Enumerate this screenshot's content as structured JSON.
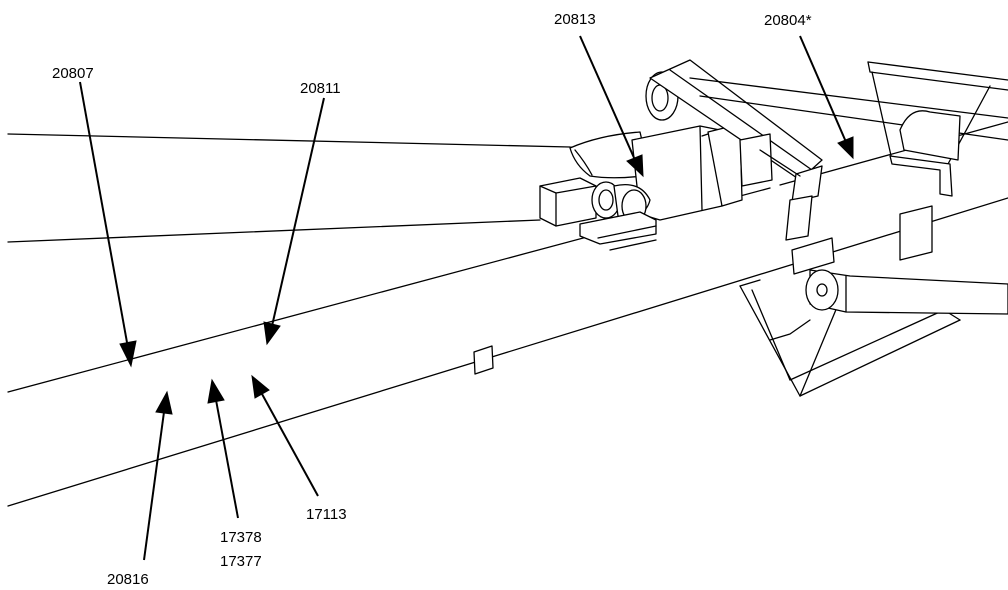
{
  "labels": {
    "p20807": "20807",
    "p20811": "20811",
    "p20813": "20813",
    "p20804": "20804*",
    "p20816": "20816",
    "p17378": "17378",
    "p17377": "17377",
    "p17113": "17113"
  }
}
